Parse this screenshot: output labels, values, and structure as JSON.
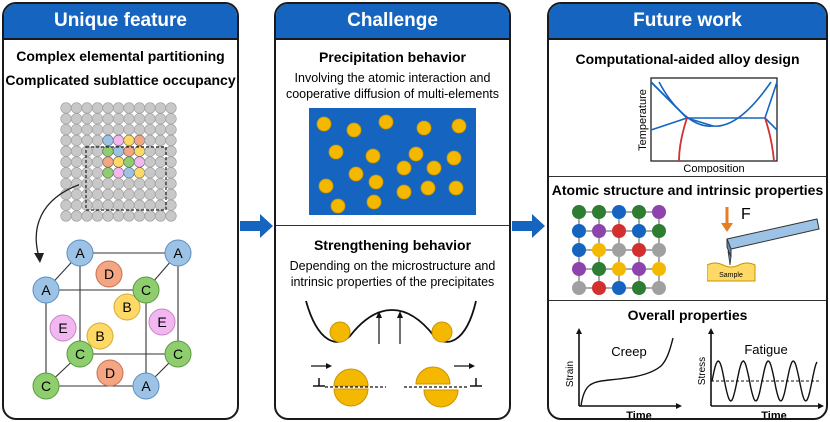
{
  "panels": {
    "unique": {
      "title": "Unique feature",
      "line1": "Complex elemental partitioning",
      "line2": "Complicated sublattice occupancy",
      "atom_labels": {
        "A": "A",
        "B": "B",
        "C": "C",
        "D": "D",
        "E": "E"
      }
    },
    "challenge": {
      "title": "Challenge",
      "precip_title": "Precipitation behavior",
      "precip_desc_1": "Involving the atomic interaction and",
      "precip_desc_2": "cooperative diffusion of multi-elements",
      "strength_title": "Strengthening behavior",
      "strength_desc_1": "Depending on the microstructure and",
      "strength_desc_2": "intrinsic properties of the precipitates"
    },
    "future": {
      "title": "Future work",
      "design_title": "Computational-aided alloy design",
      "phase_xlabel": "Composition",
      "phase_ylabel": "Temperature",
      "atomic_title": "Atomic structure and intrinsic properties",
      "force_label": "F",
      "sample_label": "Sample",
      "overall_title": "Overall properties",
      "creep_label": "Creep",
      "creep_xlabel": "Time",
      "creep_ylabel": "Strain",
      "fatigue_label": "Fatigue",
      "fatigue_xlabel": "Time",
      "fatigue_ylabel": "Stress"
    }
  },
  "colors": {
    "header": "#1565c0",
    "arrow": "#1565c0",
    "precip_bg": "#1565c0",
    "precipitate": "#f5b800",
    "phase_blue": "#1565c0",
    "phase_red": "#d32f2f",
    "atom_a": "#9cc3e6",
    "atom_b": "#ffd966",
    "atom_c": "#8fce6e",
    "atom_d": "#f4a582",
    "atom_e": "#f2b6f0"
  }
}
